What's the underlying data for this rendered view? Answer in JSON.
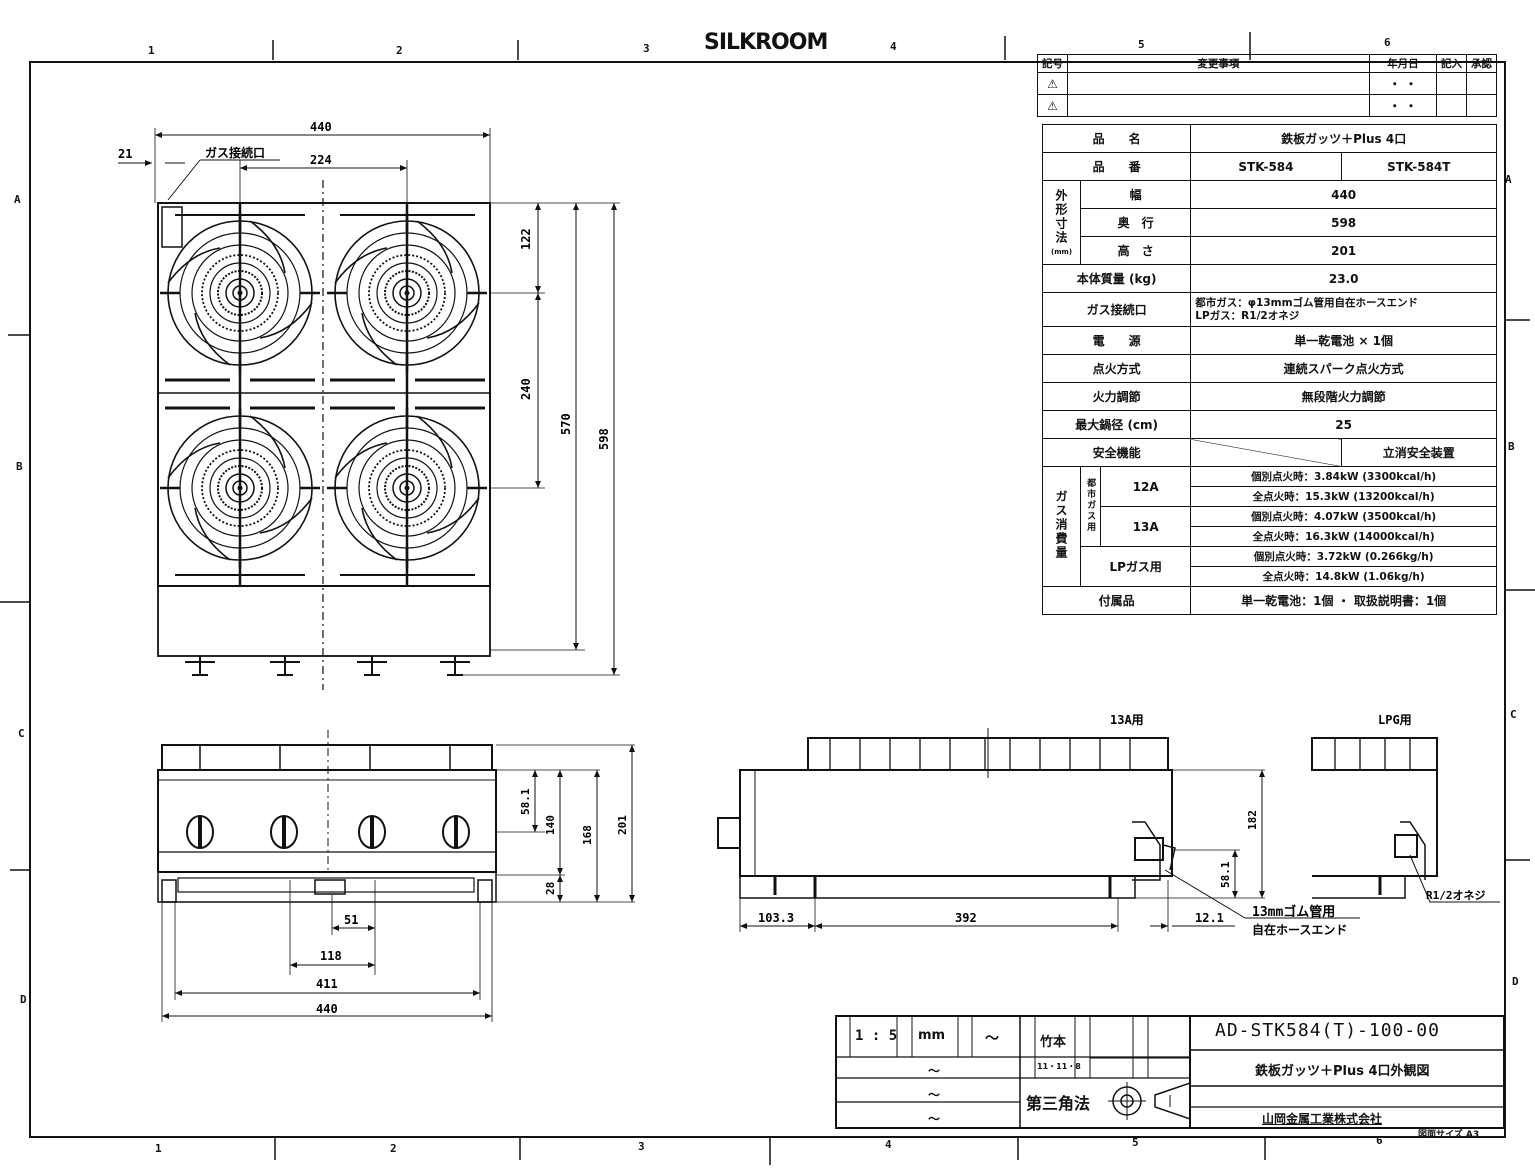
{
  "logo": "SILKROOM",
  "grid": {
    "cols_top": [
      "1",
      "2",
      "3",
      "4",
      "5",
      "6"
    ],
    "cols_bottom": [
      "1",
      "2",
      "3",
      "4",
      "5",
      "6"
    ],
    "rows_left": [
      "A",
      "B",
      "C",
      "D"
    ],
    "rows_right": [
      "A",
      "B",
      "C",
      "D"
    ]
  },
  "revision": {
    "headers": [
      "記号",
      "変更事項",
      "年月日",
      "記入",
      "承認"
    ],
    "rows": [
      {
        "mark": "⚠",
        "date": "・ ・"
      },
      {
        "mark": "⚠",
        "date": "・ ・"
      }
    ]
  },
  "spec": {
    "name_label": "品　　名",
    "name_value": "鉄板ガッツ＋Plus 4口",
    "part_label": "品　　番",
    "part_value1": "STK-584",
    "part_value2": "STK-584T",
    "dims_label": "外形寸法",
    "dims_unit": "(mm)",
    "width_label": "幅",
    "width_value": "440",
    "depth_label": "奥　行",
    "depth_value": "598",
    "height_label": "高　さ",
    "height_value": "201",
    "mass_label": "本体質量 (kg)",
    "mass_value": "23.0",
    "gas_conn_label": "ガス接続口",
    "gas_conn_value1": "都市ガス：φ13mmゴム管用自在ホースエンド",
    "gas_conn_value2": "LPガス：R1/2オネジ",
    "power_label": "電　　源",
    "power_value": "単一乾電池 × 1個",
    "ignition_label": "点火方式",
    "ignition_value": "連続スパーク点火方式",
    "heat_label": "火力調節",
    "heat_value": "無段階火力調節",
    "pot_label": "最大鍋径 (cm)",
    "pot_value": "25",
    "safety_label": "安全機能",
    "safety_value": "立消安全装置",
    "gas_consumption_label": "ガス消費量",
    "city_gas_label": "都市ガス用",
    "lp_label": "LPガス用",
    "gas12a": "12A",
    "gas13a": "13A",
    "c1": "個別点火時：3.84kW (3300kcal/h)",
    "c2": "全点火時：15.3kW (13200kcal/h)",
    "c3": "個別点火時：4.07kW (3500kcal/h)",
    "c4": "全点火時：16.3kW (14000kcal/h)",
    "c5": "個別点火時：3.72kW (0.266kg/h)",
    "c6": "全点火時：14.8kW (1.06kg/h)",
    "acc_label": "付属品",
    "acc_value": "単一乾電池：1個 ・ 取扱説明書：1個"
  },
  "plan_dims": {
    "w440": "440",
    "d21": "21",
    "gas_port": "ガス接続口",
    "w224": "224",
    "d122": "122",
    "d240": "240",
    "d570": "570",
    "d598": "598"
  },
  "front_dims": {
    "h58": "58.1",
    "h140": "140",
    "h168": "168",
    "h201": "201",
    "h28": "28",
    "w51": "51",
    "w118": "118",
    "w411": "411",
    "w440": "440"
  },
  "side_dims": {
    "label13a": "13A用",
    "labellpg": "LPG用",
    "h182": "182",
    "h58": "58.1",
    "w103": "103.3",
    "w392": "392",
    "w12": "12.1",
    "hose1": "13mmゴム管用",
    "hose2": "自在ホースエンド",
    "r12": "R1/2オネジ"
  },
  "title_block": {
    "scale": "1 : 5",
    "unit": "mm",
    "tilde": "～",
    "drawn": "竹本",
    "date": "11・11・8",
    "projection": "第三角法",
    "drawing_no": "AD-STK584(T)-100-00",
    "title": "鉄板ガッツ＋Plus 4口外観図",
    "company": "山岡金属工業株式会社",
    "sheet_size": "図面サイズ A3"
  }
}
